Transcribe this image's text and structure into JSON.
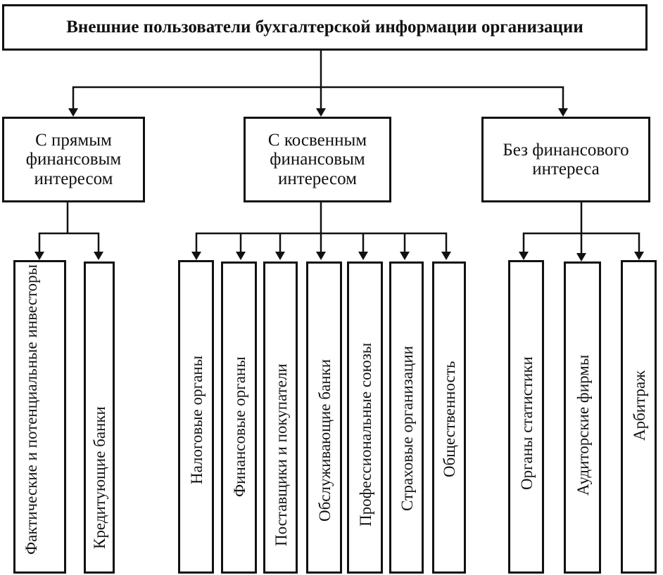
{
  "title": "Внешние пользователи бухгалтерской информации организации",
  "categories": [
    {
      "label": "С прямым финансовым интересом"
    },
    {
      "label": "С косвенным финансовым интересом"
    },
    {
      "label": "Без финансового интереса"
    }
  ],
  "leaves": [
    {
      "label": "Фактические и потенциальные инвесторы"
    },
    {
      "label": "Кредитующие банки"
    },
    {
      "label": "Налоговые органы"
    },
    {
      "label": "Финансовые органы"
    },
    {
      "label": "Поставщики и покупатели"
    },
    {
      "label": "Обслуживающие банки"
    },
    {
      "label": "Профессиональные союзы"
    },
    {
      "label": "Страховые организации"
    },
    {
      "label": "Общественность"
    },
    {
      "label": "Органы статистики"
    },
    {
      "label": "Аудиторские фирмы"
    },
    {
      "label": "Арбитраж"
    }
  ]
}
